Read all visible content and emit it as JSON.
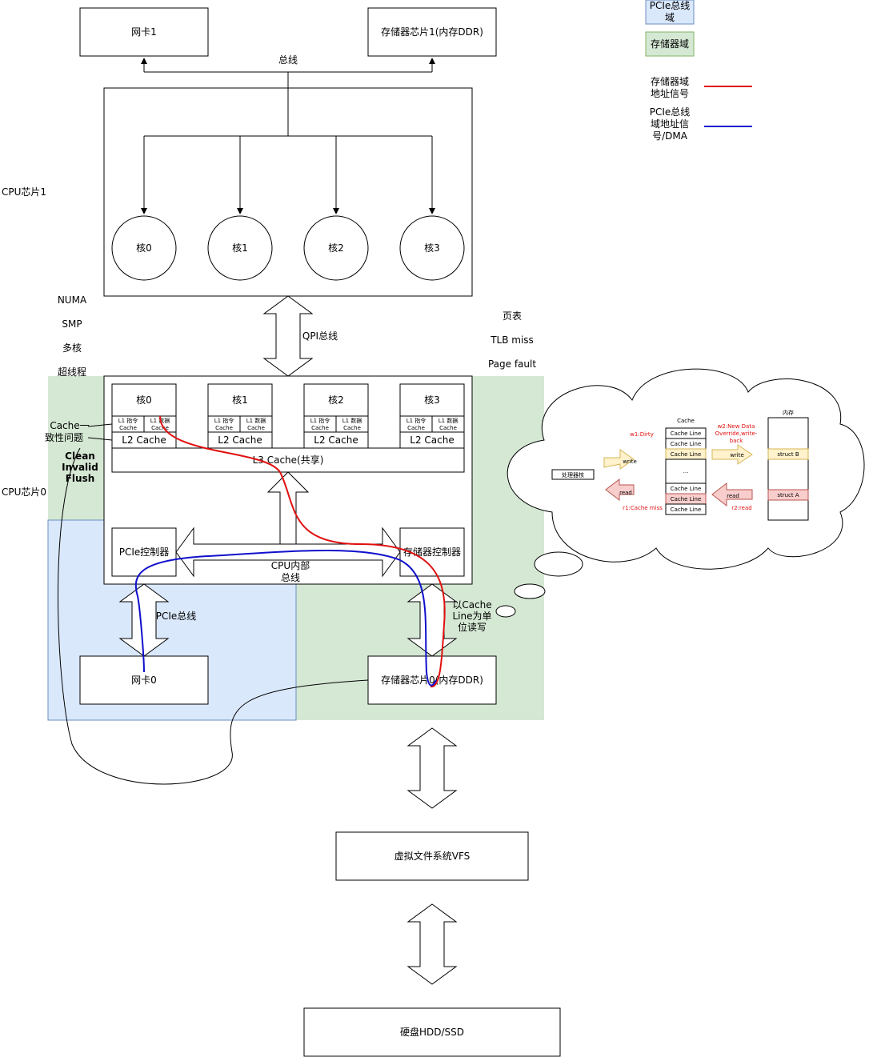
{
  "legend": {
    "pcie_domain": "PCIe总线域",
    "storage_domain": "存储器域",
    "storage_addr_signal": "存储器域地址信号",
    "pcie_addr_signal": "PCIe总线域地址信号/DMA",
    "colors": {
      "pcie_domain": "#dae8fc",
      "storage_domain": "#d5e8d4",
      "storage_signal": "#e01010",
      "pcie_signal": "#1010cc"
    }
  },
  "cpu1": {
    "label": "CPU芯片1",
    "nic": "网卡1",
    "memory": "存储器芯片1(内存DDR)",
    "bus": "总线",
    "cores": [
      "核0",
      "核1",
      "核2",
      "核3"
    ]
  },
  "qpi_label": "QPI总线",
  "side_terms": [
    "NUMA",
    "SMP",
    "多核",
    "超线程"
  ],
  "right_terms": [
    "页表",
    "TLB miss",
    "Page fault"
  ],
  "cpu0": {
    "label": "CPU芯片0",
    "cores": [
      "核0",
      "核1",
      "核2",
      "核3"
    ],
    "l1_instr": "L1 指令 Cache",
    "l1_data": "L1 数据 Cache",
    "l2": "L2 Cache",
    "l3": "L3 Cache(共享)",
    "pcie_controller": "PCIe控制器",
    "memory_controller": "存储器控制器",
    "internal_bus": "CPU内部总线",
    "pcie_bus": "PCIe总线",
    "nic": "网卡0",
    "memory": "存储器芯片0(内存DDR)",
    "cache_line_note": "以Cache Line为单位读写"
  },
  "coherence": {
    "label": "Cache一致性问题",
    "ops": "Clean Invalid Flush"
  },
  "vfs": "虚拟文件系统VFS",
  "disk": "硬盘HDD/SSD",
  "cloud": {
    "processor": "处理器核",
    "cache_title": "Cache",
    "cache_lines": [
      "Cache Line",
      "Cache Line",
      "Cache Line",
      "...",
      "Cache Line",
      "Cache Line",
      "Cache Line"
    ],
    "memory_title": "内存",
    "struct_b": "struct B",
    "struct_a": "struct A",
    "w1": "w1:Dirty",
    "w2": "w2:New Data Override,write-back",
    "r1": "r1:Cache miss",
    "r2": "r2:read",
    "write": "write",
    "read": "read"
  }
}
